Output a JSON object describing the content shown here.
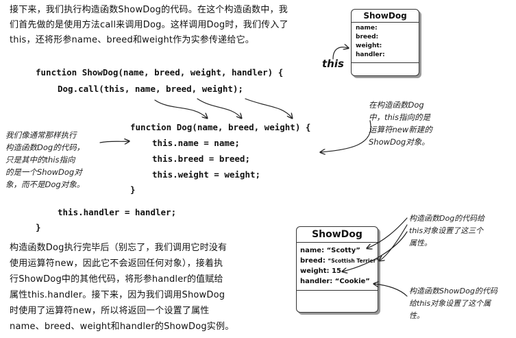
{
  "intro_paragraph": [
    "接下来，我们执行构造函数ShowDog的代码。在这个构造函数中，我",
    "们首先做的是使用方法call来调用Dog。这样调用Dog时，我们传入了",
    "this，还将形参name、breed和weight作为实参传递给它。"
  ],
  "code_outer": {
    "line1": "function ShowDog(name, breed, weight, handler) {",
    "line2": "Dog.call(this, name, breed, weight);",
    "line3": "this.handler = handler;",
    "line4": "}"
  },
  "code_inner": {
    "line1": "function Dog(name, breed, weight) {",
    "line2": "this.name = name;",
    "line3": "this.breed = breed;",
    "line4": "this.weight = weight;",
    "line5": "}"
  },
  "left_note": [
    "我们像通常那样执行",
    "构造函数Dog的代码，",
    "只是其中的this指向",
    "的是一个ShowDog对",
    "象，而不是Dog对象。"
  ],
  "this_label": "this",
  "right_note": [
    "在构造函数Dog",
    "中，this指向的是",
    "运算符new新建的",
    "ShowDog对象。"
  ],
  "empty_object": {
    "title": "ShowDog",
    "fields": [
      "name:",
      "breed:",
      "weight:",
      "handler:"
    ]
  },
  "filled_object": {
    "title": "ShowDog",
    "rows": [
      {
        "key": "name:",
        "value": "“Scotty”"
      },
      {
        "key": "breed:",
        "value": "“Scottish Terrier”"
      },
      {
        "key": "weight:",
        "value": "15"
      },
      {
        "key": "handler:",
        "value": "“Cookie”"
      }
    ]
  },
  "note_dog_props": [
    "构造函数Dog的代码给",
    "this对象设置了这三个",
    "属性。"
  ],
  "note_showdog_prop": [
    "构造函数ShowDog的代码",
    "给this对象设置了这个属",
    "性。"
  ],
  "outro_paragraph": [
    "构造函数Dog执行完毕后（别忘了，我们调用它时没有",
    "使用运算符new，因此它不会返回任何对象），接着执",
    "行ShowDog中的其他代码，将形参handler的值赋给",
    "属性this.handler。接下来，因为我们调用ShowDog",
    "时使用了运算符new，所以将返回一个设置了属性",
    "name、breed、weight和handler的ShowDog实例。"
  ]
}
